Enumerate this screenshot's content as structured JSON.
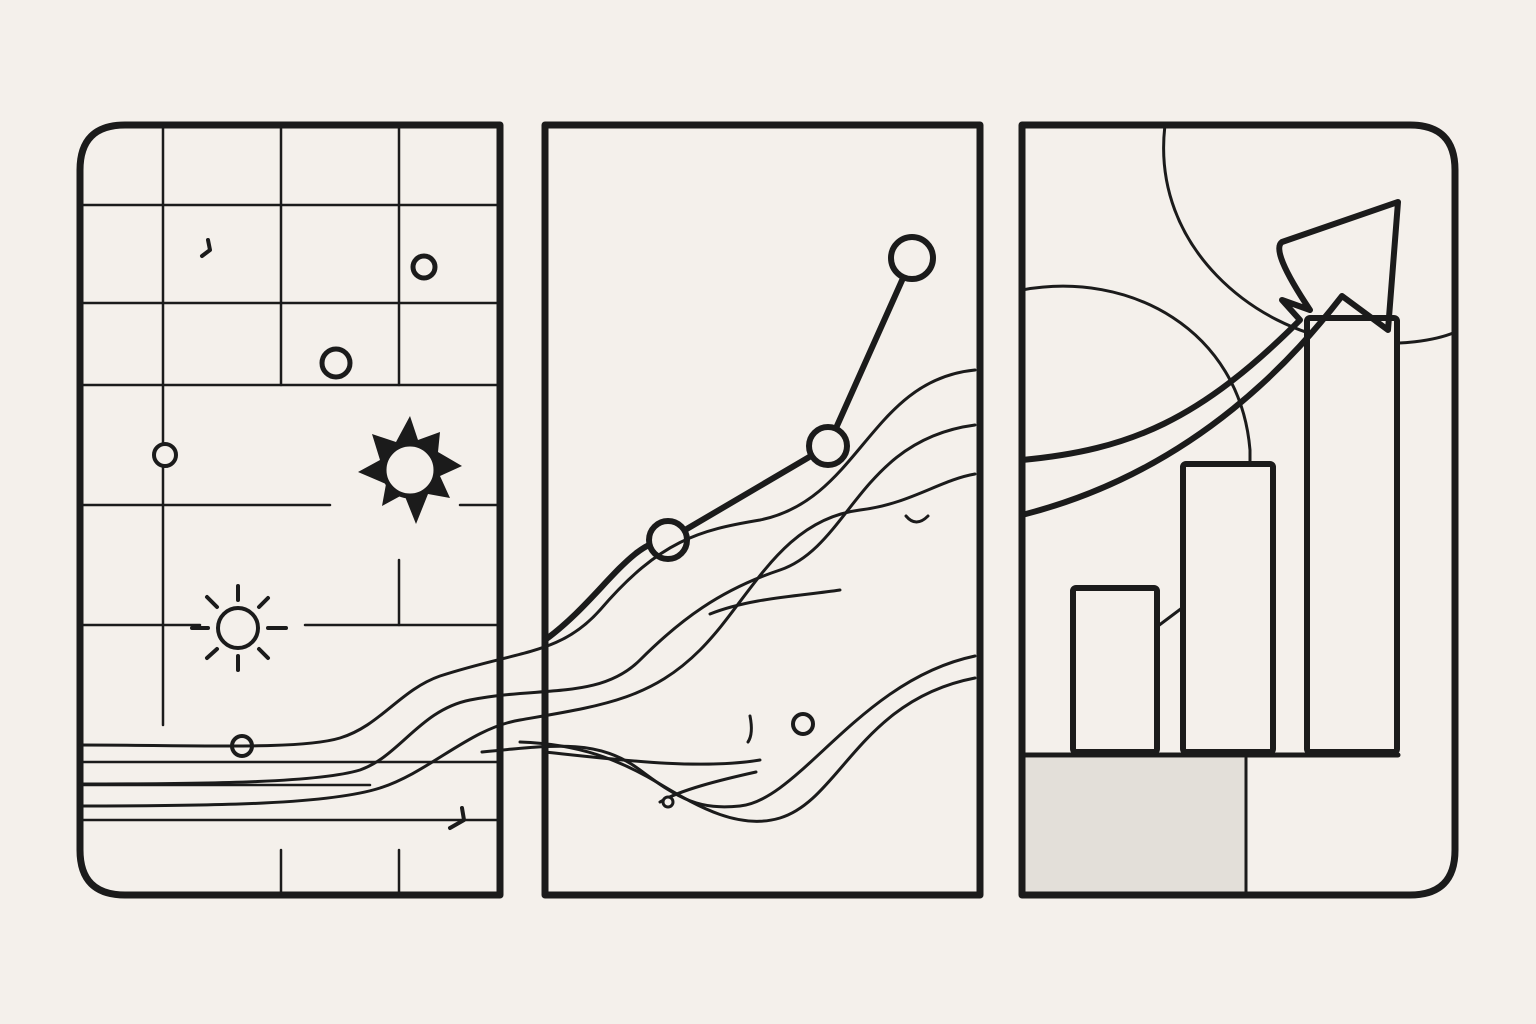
{
  "illustration": {
    "panels": [
      {
        "name": "map-panel",
        "depicts": "grid-map-icon"
      },
      {
        "name": "line-chart-panel",
        "depicts": "line-chart-icon"
      },
      {
        "name": "bar-chart-panel",
        "depicts": "bar-chart-icon"
      }
    ],
    "colors": {
      "background": "#f4f0eb",
      "ink": "#1b1b1b",
      "shaded_cell": "#e3dfd9"
    },
    "line_chart_points": [
      {
        "label": "",
        "value": 1
      },
      {
        "label": "",
        "value": 2
      },
      {
        "label": "",
        "value": 4
      }
    ],
    "bar_chart_values": [
      1,
      2,
      3
    ],
    "trend_arrow": "up-right-arrow-icon"
  }
}
